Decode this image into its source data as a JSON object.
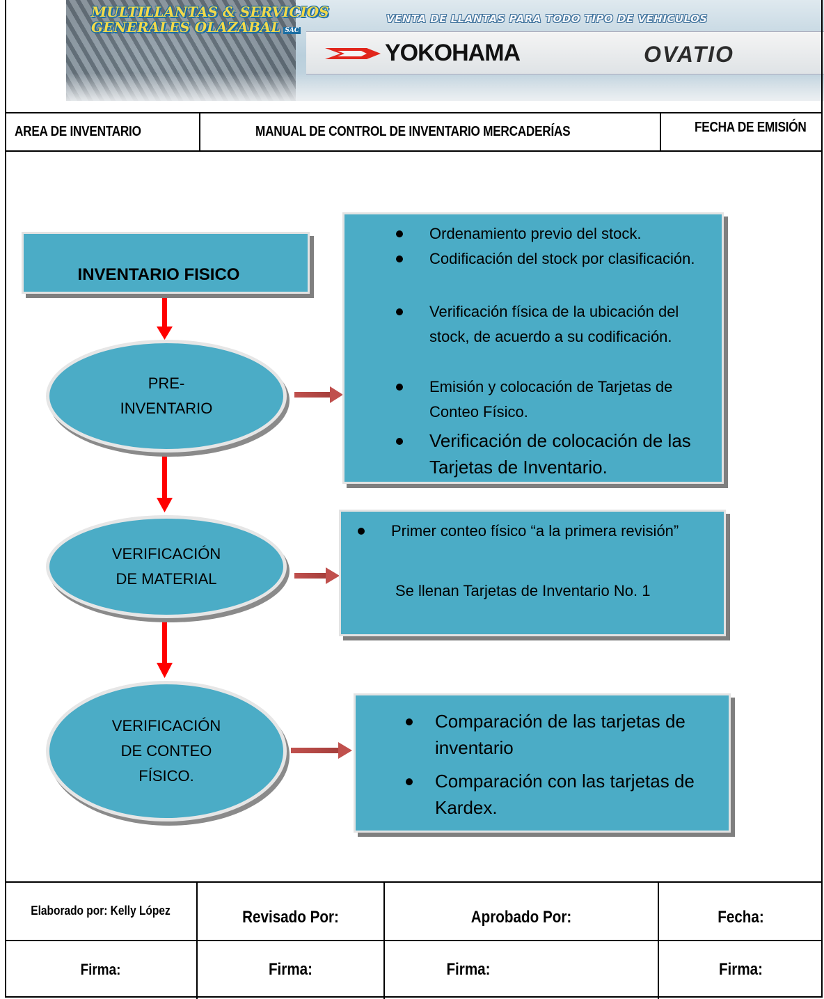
{
  "banner": {
    "company_line1": "MULTILLANTAS & SERVICIOS",
    "company_line2": "GENERALES OLAZABAL",
    "company_suffix": "SAC",
    "tagline": "VENTA DE LLANTAS PARA TODO TIPO DE VEHICULOS",
    "brand1": "YOKOHAMA",
    "brand2": "OVATIO"
  },
  "header": {
    "area": "AREA DE INVENTARIO",
    "title": "MANUAL DE CONTROL DE INVENTARIO MERCADERÍAS",
    "date_label": "FECHA DE EMISIÓN"
  },
  "flow": {
    "title": "INVENTARIO FISICO",
    "steps": [
      {
        "label": "PRE-\nINVENTARIO",
        "items": [
          "Ordenamiento previo del stock.",
          "Codificación del stock por clasificación.",
          "Verificación física de la ubicación del stock, de acuerdo a su codificación.",
          "Emisión y colocación de Tarjetas de Conteo Físico.",
          "Verificación de colocación de las Tarjetas de Inventario."
        ]
      },
      {
        "label": "VERIFICACIÓN\nDE MATERIAL",
        "items": [
          "Primer conteo físico “a la primera revisión”"
        ],
        "note": "Se llenan Tarjetas de Inventario No. 1"
      },
      {
        "label": "VERIFICACIÓN\nDE CONTEO\nFÍSICO.",
        "items": [
          "Comparación de las tarjetas de inventario",
          "Comparación con las tarjetas de Kardex."
        ]
      }
    ],
    "colors": {
      "box_fill": "#4bacc6",
      "down_arrow": "#ff0000",
      "right_arrow": "#c0504d"
    }
  },
  "footer": {
    "row1": [
      "Elaborado por: Kelly López",
      "Revisado Por:",
      "Aprobado Por:",
      "Fecha:"
    ],
    "row2": [
      "Firma:",
      "Firma:",
      "Firma:",
      "Firma:"
    ]
  }
}
